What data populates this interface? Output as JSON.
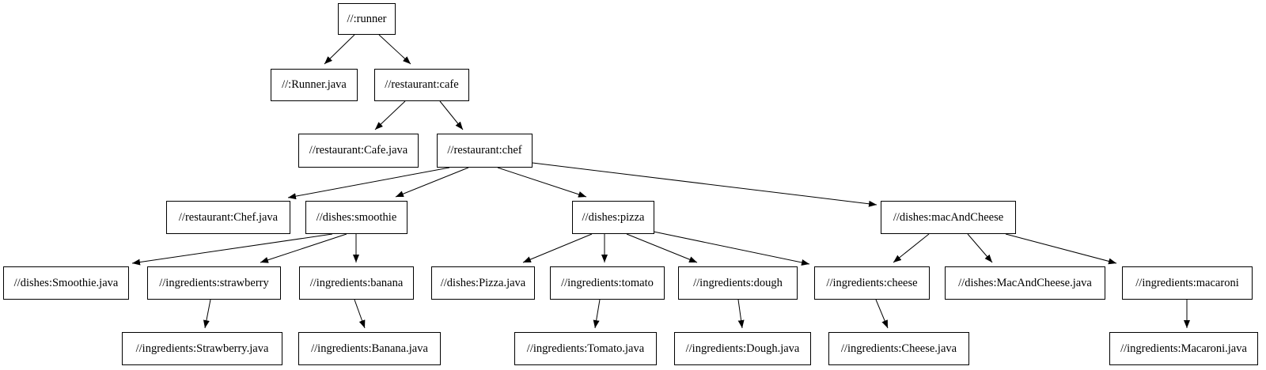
{
  "graph": {
    "type": "directed-dependency-graph",
    "colors": {
      "background": "#ffffff",
      "node_fill": "#ffffff",
      "node_border": "#000000",
      "edge": "#000000",
      "text": "#000000"
    },
    "nodes": [
      {
        "id": "runner",
        "label": "//:runner"
      },
      {
        "id": "runner_java",
        "label": "//:Runner.java"
      },
      {
        "id": "cafe",
        "label": "//restaurant:cafe"
      },
      {
        "id": "cafe_java",
        "label": "//restaurant:Cafe.java"
      },
      {
        "id": "chef",
        "label": "//restaurant:chef"
      },
      {
        "id": "chef_java",
        "label": "//restaurant:Chef.java"
      },
      {
        "id": "smoothie",
        "label": "//dishes:smoothie"
      },
      {
        "id": "pizza",
        "label": "//dishes:pizza"
      },
      {
        "id": "macandcheese",
        "label": "//dishes:macAndCheese"
      },
      {
        "id": "smoothie_java",
        "label": "//dishes:Smoothie.java"
      },
      {
        "id": "strawberry",
        "label": "//ingredients:strawberry"
      },
      {
        "id": "banana",
        "label": "//ingredients:banana"
      },
      {
        "id": "pizza_java",
        "label": "//dishes:Pizza.java"
      },
      {
        "id": "tomato",
        "label": "//ingredients:tomato"
      },
      {
        "id": "dough",
        "label": "//ingredients:dough"
      },
      {
        "id": "cheese",
        "label": "//ingredients:cheese"
      },
      {
        "id": "macandcheese_java",
        "label": "//dishes:MacAndCheese.java"
      },
      {
        "id": "macaroni",
        "label": "//ingredients:macaroni"
      },
      {
        "id": "strawberry_java",
        "label": "//ingredients:Strawberry.java"
      },
      {
        "id": "banana_java",
        "label": "//ingredients:Banana.java"
      },
      {
        "id": "tomato_java",
        "label": "//ingredients:Tomato.java"
      },
      {
        "id": "dough_java",
        "label": "//ingredients:Dough.java"
      },
      {
        "id": "cheese_java",
        "label": "//ingredients:Cheese.java"
      },
      {
        "id": "macaroni_java",
        "label": "//ingredients:Macaroni.java"
      }
    ],
    "edges": [
      {
        "from": "//:runner",
        "to": "//:Runner.java"
      },
      {
        "from": "//:runner",
        "to": "//restaurant:cafe"
      },
      {
        "from": "//restaurant:cafe",
        "to": "//restaurant:Cafe.java"
      },
      {
        "from": "//restaurant:cafe",
        "to": "//restaurant:chef"
      },
      {
        "from": "//restaurant:chef",
        "to": "//restaurant:Chef.java"
      },
      {
        "from": "//restaurant:chef",
        "to": "//dishes:smoothie"
      },
      {
        "from": "//restaurant:chef",
        "to": "//dishes:pizza"
      },
      {
        "from": "//restaurant:chef",
        "to": "//dishes:macAndCheese"
      },
      {
        "from": "//dishes:smoothie",
        "to": "//dishes:Smoothie.java"
      },
      {
        "from": "//dishes:smoothie",
        "to": "//ingredients:strawberry"
      },
      {
        "from": "//dishes:smoothie",
        "to": "//ingredients:banana"
      },
      {
        "from": "//ingredients:strawberry",
        "to": "//ingredients:Strawberry.java"
      },
      {
        "from": "//ingredients:banana",
        "to": "//ingredients:Banana.java"
      },
      {
        "from": "//dishes:pizza",
        "to": "//dishes:Pizza.java"
      },
      {
        "from": "//dishes:pizza",
        "to": "//ingredients:tomato"
      },
      {
        "from": "//dishes:pizza",
        "to": "//ingredients:dough"
      },
      {
        "from": "//dishes:pizza",
        "to": "//ingredients:cheese"
      },
      {
        "from": "//dishes:macAndCheese",
        "to": "//ingredients:cheese"
      },
      {
        "from": "//dishes:macAndCheese",
        "to": "//dishes:MacAndCheese.java"
      },
      {
        "from": "//dishes:macAndCheese",
        "to": "//ingredients:macaroni"
      },
      {
        "from": "//ingredients:tomato",
        "to": "//ingredients:Tomato.java"
      },
      {
        "from": "//ingredients:dough",
        "to": "//ingredients:Dough.java"
      },
      {
        "from": "//ingredients:cheese",
        "to": "//ingredients:Cheese.java"
      },
      {
        "from": "//ingredients:macaroni",
        "to": "//ingredients:Macaroni.java"
      }
    ]
  }
}
